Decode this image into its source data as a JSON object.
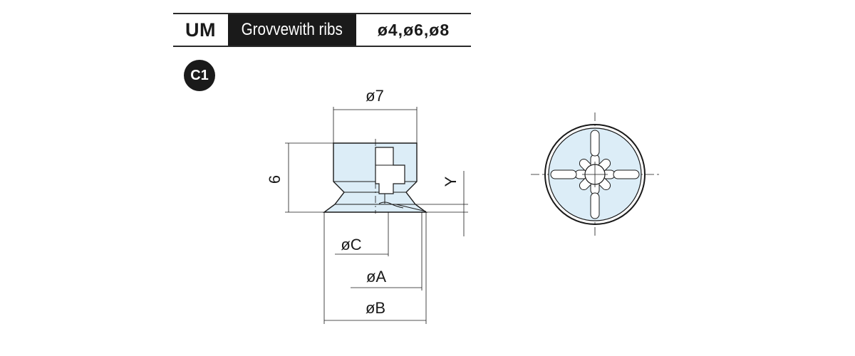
{
  "header": {
    "model_code": "UM",
    "cup_type": "Grovvewith ribs",
    "sizes": "ø4,ø6,ø8"
  },
  "variant_badge": "C1",
  "side_view": {
    "top_diameter_label": "ø7",
    "height_label": "6",
    "stroke_label": "Y",
    "diameter_c_label": "øC",
    "diameter_a_label": "øA",
    "diameter_b_label": "øB"
  },
  "colors": {
    "part_fill": "#dcedf7",
    "line": "#1a1a1a",
    "header_band": "#1a1a1a"
  }
}
